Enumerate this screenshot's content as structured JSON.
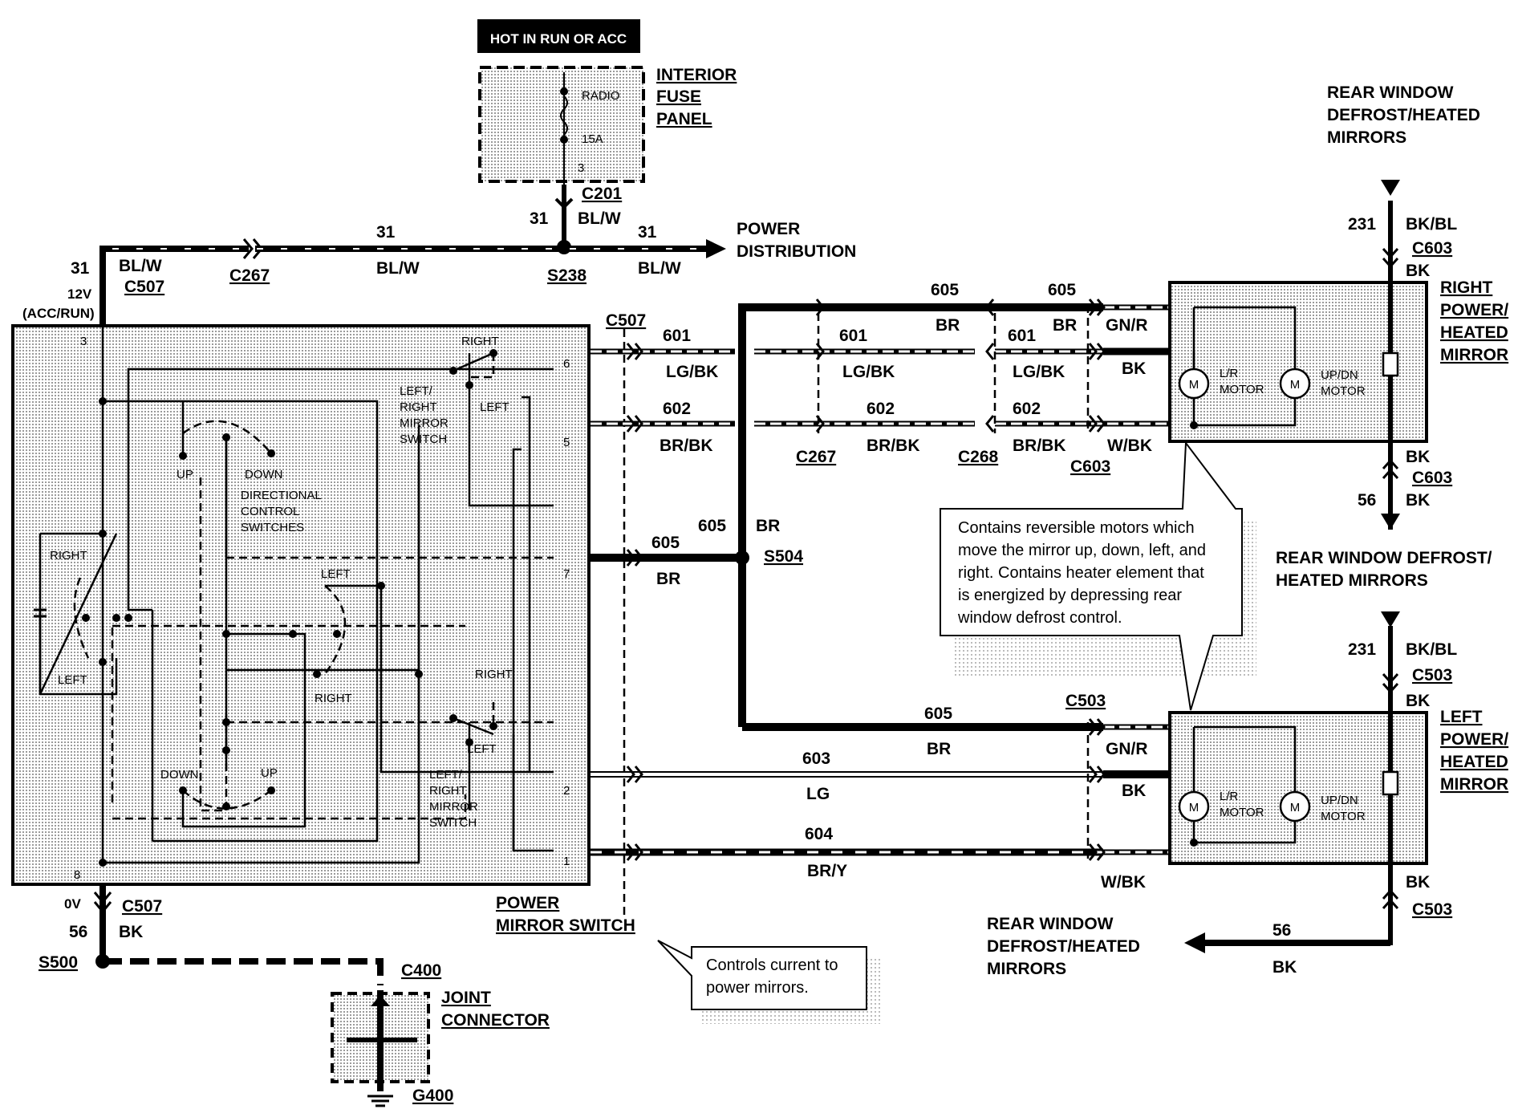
{
  "hot_box": "HOT IN RUN OR ACC",
  "fuse_panel": {
    "lines": [
      "INTERIOR",
      "FUSE",
      "PANEL"
    ],
    "radio": "RADIO",
    "amps": "15A",
    "pin": "3"
  },
  "top_bus": {
    "c201": "C201",
    "c201_wire": "BL/W",
    "c201_num": "31",
    "left_num": "31",
    "left_color": "BL/W",
    "c507": "C507",
    "volt": "12V",
    "accrun": "(ACC/RUN)",
    "c267": "C267",
    "mid_num": "31",
    "mid_color": "BL/W",
    "s238": "S238",
    "right_num": "31",
    "right_color": "BL/W",
    "power_dist": [
      "POWER",
      "DISTRIBUTION"
    ]
  },
  "switch": {
    "pin_3": "3",
    "pin_6": "6",
    "pin_5": "5",
    "pin_7": "7",
    "pin_2": "2",
    "pin_1": "1",
    "pin_8": "8",
    "right_top": "RIGHT",
    "left_top": "LEFT",
    "lr_switch_top": [
      "LEFT/",
      "RIGHT",
      "MIRROR",
      "SWITCH"
    ],
    "up": "UP",
    "down": "DOWN",
    "dir_switches": [
      "DIRECTIONAL",
      "CONTROL",
      "SWITCHES"
    ],
    "right_side": "RIGHT",
    "left_side": "LEFT",
    "left_mid": "LEFT",
    "right_mid": "RIGHT",
    "right_lower": "RIGHT",
    "left_lower": "LEFT",
    "down_lower": "DOWN",
    "up_lower": "UP",
    "lr_switch_bottom": [
      "LEFT/",
      "RIGHT",
      "MIRROR",
      "SWITCH"
    ],
    "label": [
      "POWER",
      "MIRROR SWITCH"
    ]
  },
  "wires": {
    "c507_right": "C507",
    "w601_a": "601",
    "w601_a_color": "LG/BK",
    "w602_a": "602",
    "w602_a_color": "BR/BK",
    "w605_a": "605",
    "w605_a_color": "BR",
    "w605_b": "605",
    "w605_b_color": "BR",
    "s504": "S504",
    "w605_top1": "605",
    "w605_top1_color": "BR",
    "w605_top2": "605",
    "w605_top2_color": "BR",
    "w601_b": "601",
    "w601_b_color": "LG/BK",
    "w601_c": "601",
    "w601_c_color": "LG/BK",
    "w602_b": "602",
    "w602_b_color": "BR/BK",
    "w602_c": "602",
    "w602_c_color": "BR/BK",
    "c267": "C267",
    "c268": "C268",
    "c603": "C603",
    "gnr_top": "GN/R",
    "bk_top": "BK",
    "wbk_top": "W/BK",
    "w605_bottom": "605",
    "w605_bottom_color": "BR",
    "c503": "C503",
    "w603": "603",
    "w603_color": "LG",
    "w604": "604",
    "w604_color": "BR/Y",
    "gnr_bottom": "GN/R",
    "bk_bottom": "BK",
    "wbk_bottom": "W/BK"
  },
  "right_mirror": {
    "lr_motor": [
      "L/R",
      "MOTOR"
    ],
    "updn_motor": [
      "UP/DN",
      "MOTOR"
    ],
    "m": "M",
    "label": [
      "RIGHT",
      "POWER/",
      "HEATED",
      "MIRROR"
    ],
    "top_title": [
      "REAR WINDOW",
      "DEFROST/HEATED",
      "MIRRORS"
    ],
    "w231": "231",
    "w231_color": "BK/BL",
    "c603_top": "C603",
    "bk_top": "BK",
    "bk_bottom": "BK",
    "c603_bottom": "C603",
    "w56": "56",
    "w56_color": "BK"
  },
  "left_mirror": {
    "lr_motor": [
      "L/R",
      "MOTOR"
    ],
    "updn_motor": [
      "UP/DN",
      "MOTOR"
    ],
    "m": "M",
    "label": [
      "LEFT",
      "POWER/",
      "HEATED",
      "MIRROR"
    ],
    "top_title": [
      "REAR WINDOW DEFROST/",
      "HEATED MIRRORS"
    ],
    "w231": "231",
    "w231_color": "BK/BL",
    "c503_top": "C503",
    "bk_top": "BK",
    "bk_bottom": "BK",
    "c503_bottom": "C503",
    "w56": "56",
    "w56_color": "BK",
    "bottom_title": [
      "REAR WINDOW",
      "DEFROST/HEATED",
      "MIRRORS"
    ]
  },
  "callout_mirror": [
    "Contains reversible motors which",
    "move the mirror up, down, left, and",
    "right. Contains heater element that",
    "is energized by depressing rear",
    "window defrost control."
  ],
  "callout_switch": [
    "Controls current to",
    "power mirrors."
  ],
  "ground": {
    "volt": "0V",
    "c507": "C507",
    "num": "56",
    "color": "BK",
    "s500": "S500",
    "c400": "C400",
    "joint": [
      "JOINT",
      "CONNECTOR"
    ],
    "g400": "G400"
  }
}
